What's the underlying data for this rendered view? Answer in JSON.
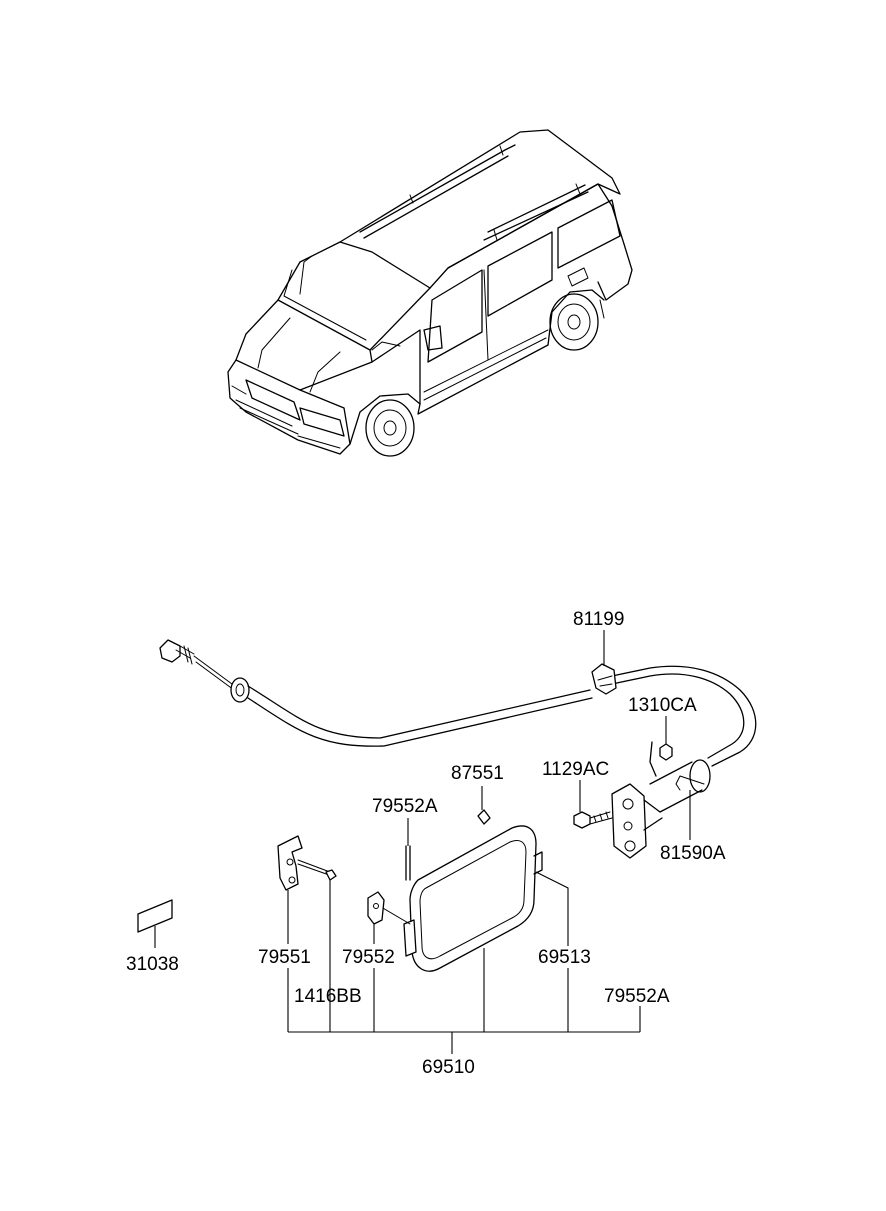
{
  "diagram": {
    "part_labels": [
      {
        "id": "81199",
        "text": "81199"
      },
      {
        "id": "1310CA",
        "text": "1310CA"
      },
      {
        "id": "1129AC",
        "text": "1129AC"
      },
      {
        "id": "87551",
        "text": "87551"
      },
      {
        "id": "79552A_top",
        "text": "79552A"
      },
      {
        "id": "81590A",
        "text": "81590A"
      },
      {
        "id": "31038",
        "text": "31038"
      },
      {
        "id": "79551",
        "text": "79551"
      },
      {
        "id": "79552",
        "text": "79552"
      },
      {
        "id": "69513",
        "text": "69513"
      },
      {
        "id": "1416BB",
        "text": "1416BB"
      },
      {
        "id": "79552A_bottom",
        "text": "79552A"
      },
      {
        "id": "69510",
        "text": "69510"
      }
    ]
  }
}
